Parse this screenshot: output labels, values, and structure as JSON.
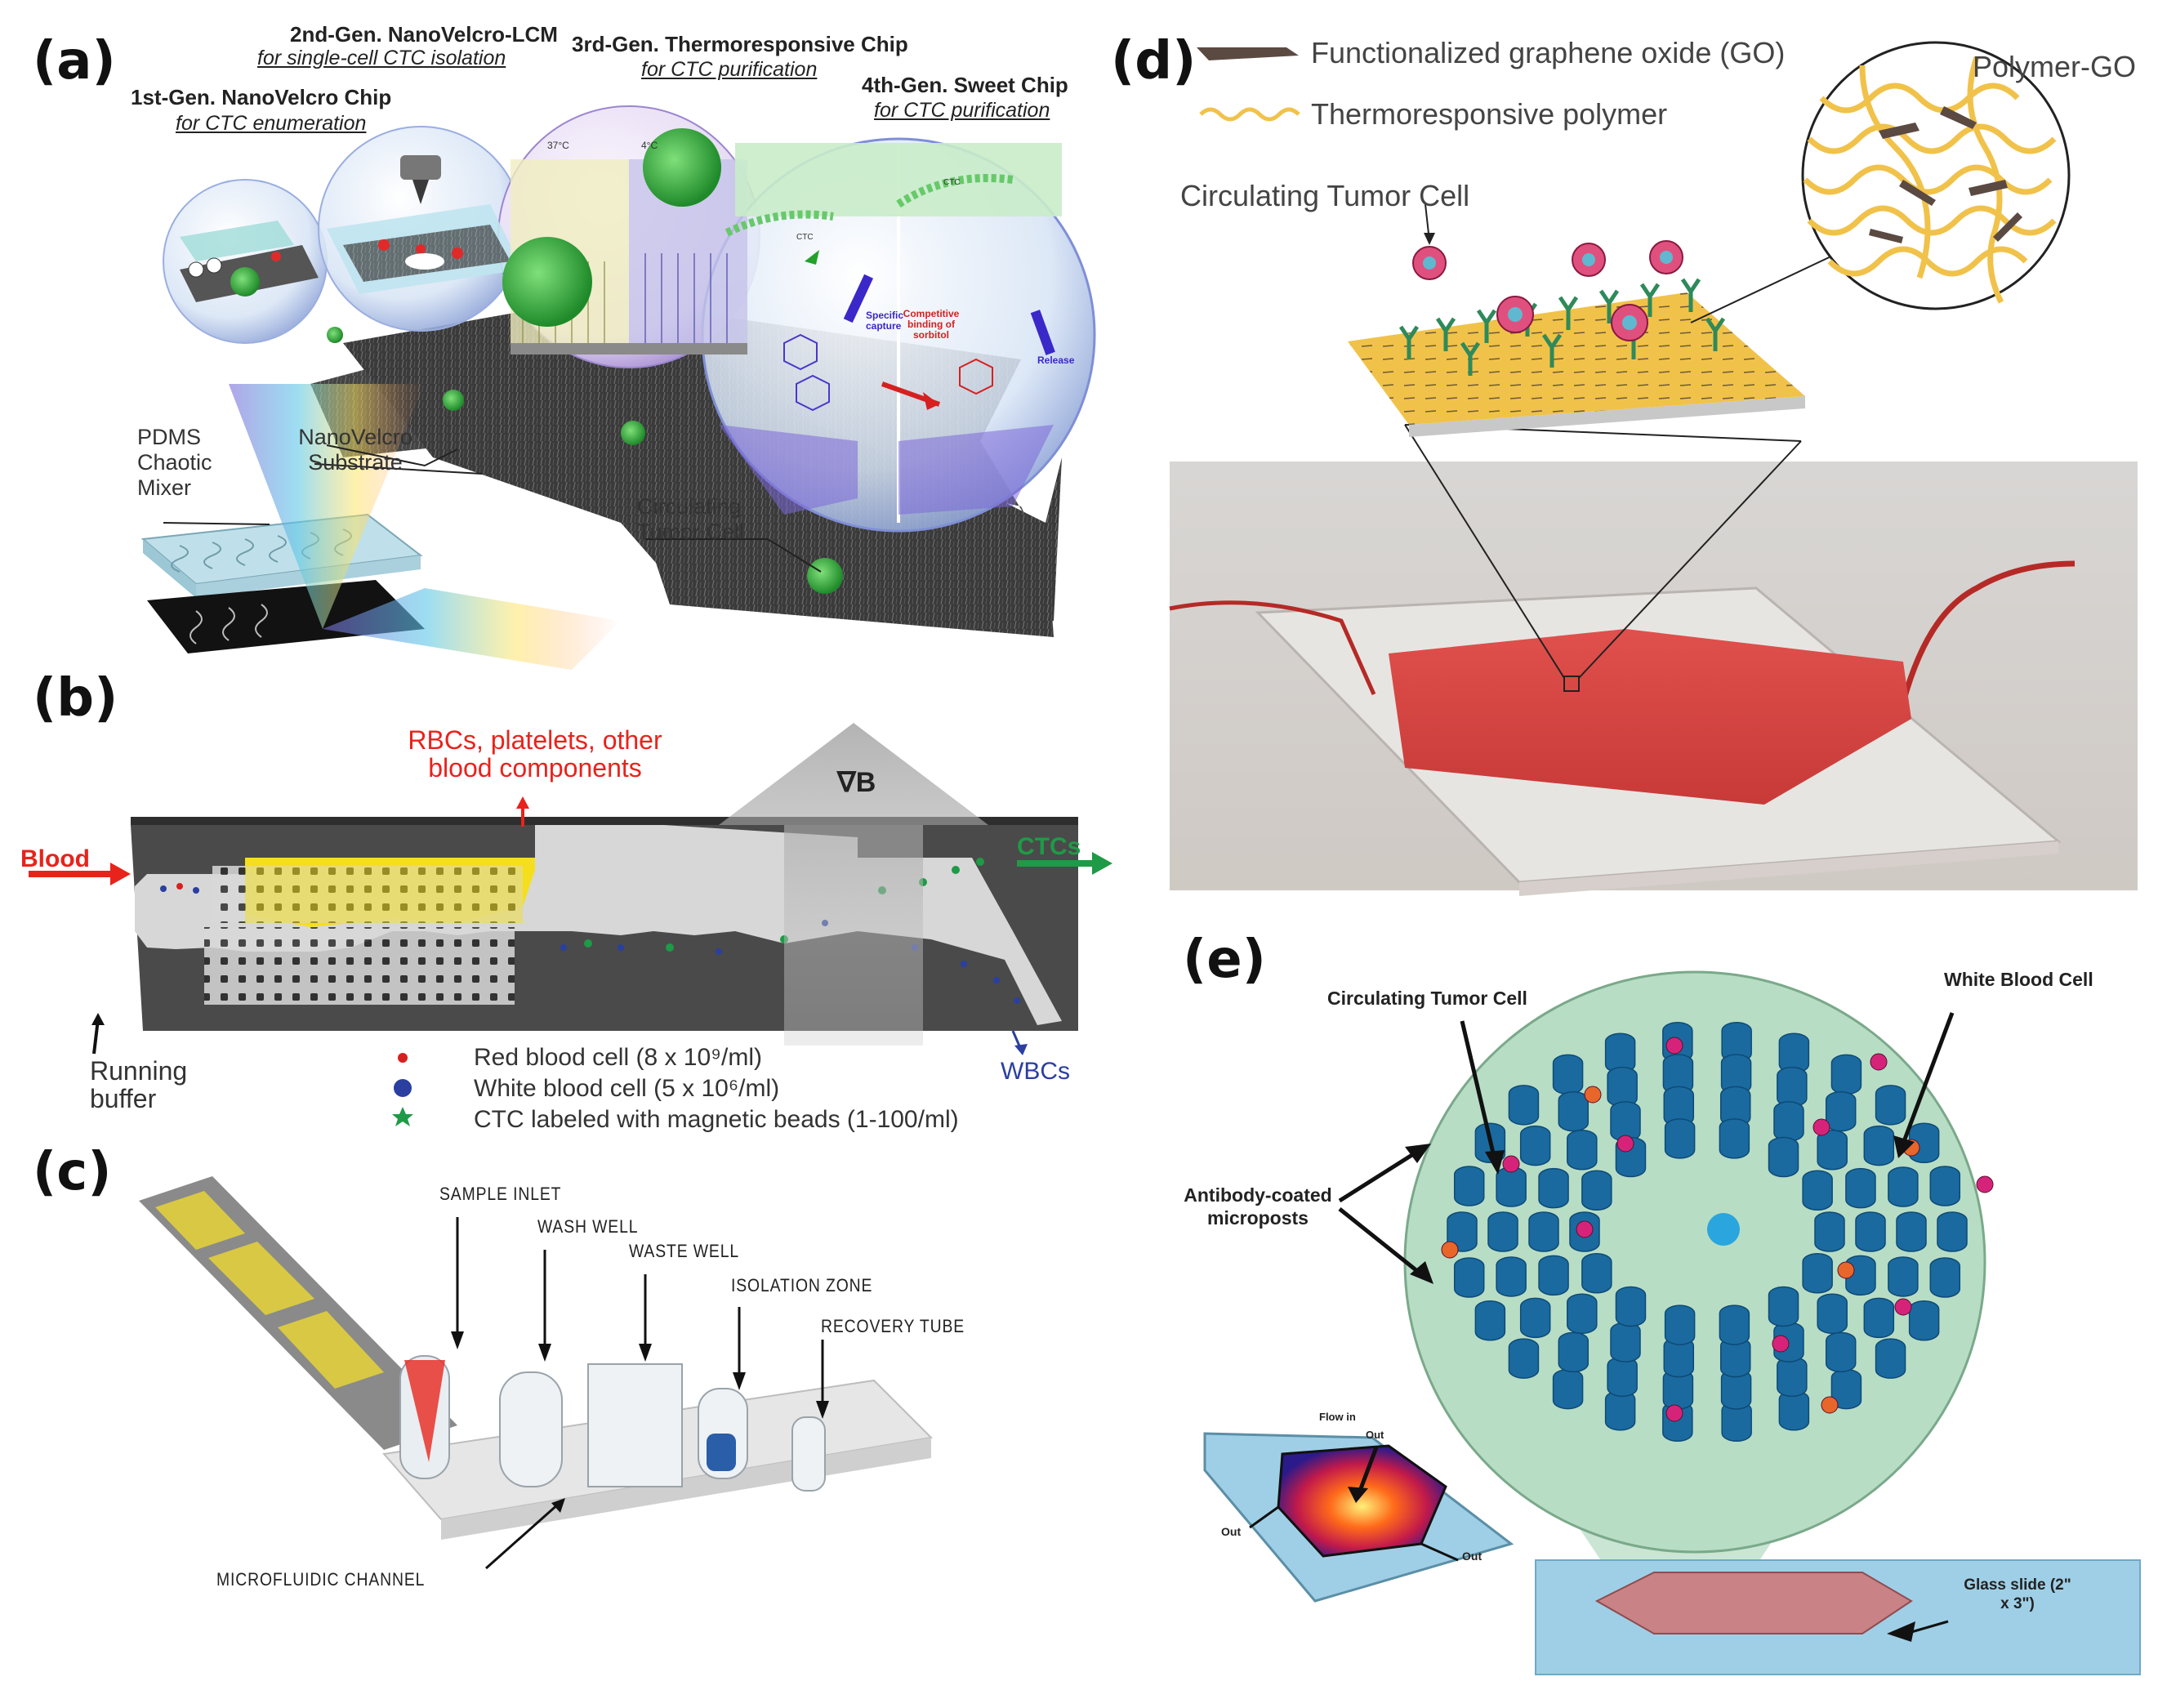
{
  "panels": {
    "a": {
      "label": "(a)",
      "gen1_title": "1st-Gen. NanoVelcro Chip",
      "gen1_sub": "for CTC enumeration",
      "gen2_title": "2nd-Gen. NanoVelcro-LCM",
      "gen2_sub": "for single-cell CTC isolation",
      "gen3_title": "3rd-Gen. Thermoresponsive Chip",
      "gen3_sub": "for CTC purification",
      "gen4_title": "4th-Gen. Sweet Chip",
      "gen4_sub": "for CTC purification",
      "temp_37": "37°C",
      "temp_4": "4°C",
      "ctc_small_1": "CTC",
      "ctc_small_2": "CTC",
      "specific_capture": "Specific capture",
      "competitive_binding": "Competitive binding of sorbitol",
      "release": "Release",
      "pdms_label": "PDMS Chaotic Mixer",
      "substrate_label": "NanoVelcro Substrate",
      "ctc_label": "Circulating Tumor Cell"
    },
    "b": {
      "label": "(b)",
      "blood": "Blood",
      "rbc_platelets": "RBCs, platelets, other blood components",
      "ctcs": "CTCs",
      "grad_b": "∇B",
      "running_buffer": "Running buffer",
      "wbcs": "WBCs",
      "legend_rbc": "Red blood cell (8 x 10⁹/ml)",
      "legend_wbc": "White blood cell (5 x 10⁶/ml)",
      "legend_ctc": "CTC labeled with magnetic beads (1-100/ml)"
    },
    "c": {
      "label": "(c)",
      "sample_inlet": "SAMPLE INLET",
      "wash_well": "WASH WELL",
      "waste_well": "WASTE WELL",
      "isolation_zone": "ISOLATION ZONE",
      "recovery_tube": "RECOVERY TUBE",
      "microfluidic_channel": "MICROFLUIDIC CHANNEL"
    },
    "d": {
      "label": "(d)",
      "legend_go": "Functionalized graphene oxide (GO)",
      "legend_polymer": "Thermoresponsive polymer",
      "polymer_go": "Polymer-GO",
      "ctc_label": "Circulating Tumor Cell"
    },
    "e": {
      "label": "(e)",
      "ctc_label": "Circulating Tumor Cell",
      "wbc_label": "White Blood Cell",
      "microposts": "Antibody-coated microposts",
      "flow_in": "Flow in",
      "out_top": "Out",
      "out_left": "Out",
      "out_right": "Out",
      "glass_slide": "Glass slide (2\" x 3\")"
    }
  },
  "colors": {
    "red_label": "#e8231b",
    "ctc_green": "#1f9a47",
    "wbc_blue": "#2a3fa0",
    "micropost_blue": "#1a6aa0",
    "sensor_yellow": "#f1c24a",
    "blood_red": "#d9413f"
  }
}
